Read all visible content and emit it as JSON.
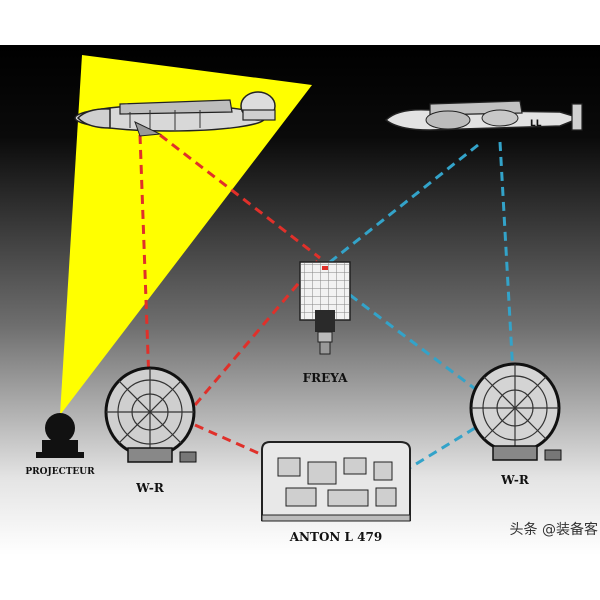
{
  "labels": {
    "projector": "PROJECTEUR",
    "freya": "FREYA",
    "wr_left": "W-R",
    "wr_right": "W-R",
    "anton": "ANTON L 479",
    "plane_marking": "LL"
  },
  "watermark": "头条 @装备客",
  "colors": {
    "background_top": "#000000",
    "background_bottom": "#ffffff",
    "searchlight_beam": "#ffff00",
    "red_links": "#e0302a",
    "blue_links": "#33a3c9"
  }
}
